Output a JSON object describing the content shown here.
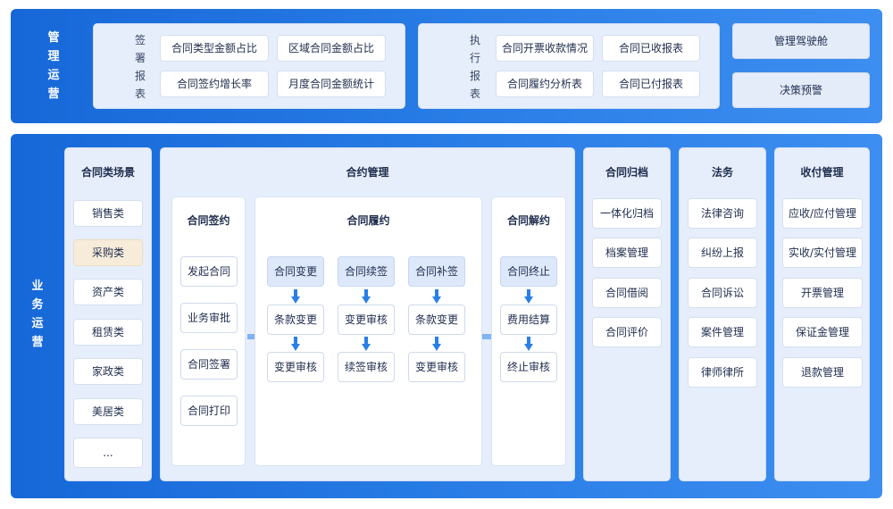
{
  "top": {
    "title": "管理运营",
    "sign_report": {
      "label": "签署报表",
      "items": [
        "合同类型金额占比",
        "区域合同金额占比",
        "合同签约增长率",
        "月度合同金额统计"
      ]
    },
    "exec_report": {
      "label": "执行报表",
      "items": [
        "合同开票收款情况",
        "合同已收报表",
        "合同履约分析表",
        "合同已付报表"
      ]
    },
    "side": [
      "管理驾驶舱",
      "决策预警"
    ]
  },
  "bottom": {
    "title": "业务运营",
    "scenes": {
      "title": "合同类场景",
      "items": [
        "销售类",
        "采购类",
        "资产类",
        "租赁类",
        "家政类",
        "美居类",
        "..."
      ]
    },
    "contract_mgmt": {
      "title": "合约管理",
      "signing": {
        "title": "合同签约",
        "items": [
          "发起合同",
          "业务审批",
          "合同签署",
          "合同打印"
        ]
      },
      "performance": {
        "title": "合同履约",
        "columns": [
          [
            "合同变更",
            "条款变更",
            "变更审核"
          ],
          [
            "合同续签",
            "变更审核",
            "续签审核"
          ],
          [
            "合同补签",
            "条款变更",
            "变更审核"
          ]
        ]
      },
      "termination": {
        "title": "合同解约",
        "items": [
          "合同终止",
          "费用结算",
          "终止审核"
        ]
      }
    },
    "archive": {
      "title": "合同归档",
      "items": [
        "一体化归档",
        "档案管理",
        "合同借阅",
        "合同评价"
      ]
    },
    "legal": {
      "title": "法务",
      "items": [
        "法律咨询",
        "纠纷上报",
        "合同诉讼",
        "案件管理",
        "律师律所"
      ]
    },
    "payment": {
      "title": "收付管理",
      "items": [
        "应收/应付管理",
        "实收/实付管理",
        "开票管理",
        "保证金管理",
        "退款管理"
      ]
    }
  },
  "colors": {
    "band": "#1f74e0",
    "panel": "#e6eefb",
    "highlight": "#f7ecda",
    "arrow": "#2a7fe6"
  }
}
